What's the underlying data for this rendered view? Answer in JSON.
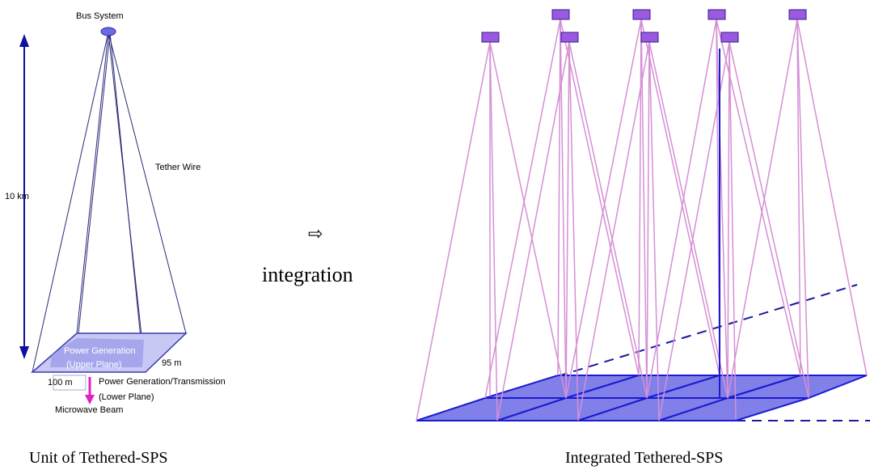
{
  "unit": {
    "bus_label": "Bus System",
    "tether_label": "Tether Wire",
    "height_label": "10 km",
    "upper_plane_label_1": "Power Generation",
    "upper_plane_label_2": "(Upper Plane)",
    "depth_label": "95 m",
    "width_label": "100 m",
    "lower_plane_label_1": "Power Generation/Transmission",
    "lower_plane_label_2": "(Lower Plane)",
    "beam_label": "Microwave Beam",
    "caption": "Unit of Tethered-SPS"
  },
  "middle": {
    "arrow_glyph": "⇨",
    "label": "integration"
  },
  "integrated": {
    "caption": "Integrated Tethered-SPS"
  },
  "colors": {
    "panel_fill": "#8080e8",
    "panel_edge": "#1a1ad0",
    "tether_unit": "#2a2a7a",
    "tether_integrated": "#d58fd5",
    "bus_box": "#9a5ae0",
    "beam_arrow": "#e020c8",
    "dimension_arrow": "#1010a0"
  }
}
